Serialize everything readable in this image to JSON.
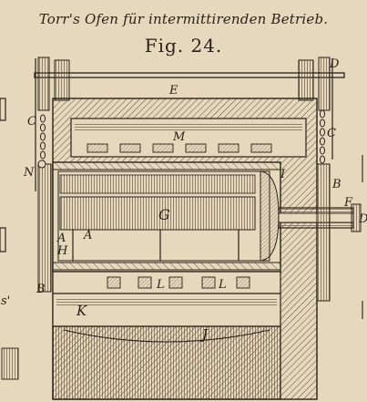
{
  "caption": {
    "title": "Torr's Ofen für intermittirenden Betrieb.",
    "figure": "Fig. 24."
  },
  "labels": {
    "E": "E",
    "D": "D",
    "C_left": "C",
    "C_right": "C",
    "M": "M",
    "N": "N",
    "I": "I",
    "B_right": "B",
    "F": "F",
    "G": "G",
    "A_upper": "A",
    "H": "H",
    "A_lower": "A",
    "B_left": "B",
    "K": "K",
    "L_left": "L",
    "L_right": "L",
    "J": "J",
    "margin_s": "s'",
    "margin_D": "D"
  },
  "colors": {
    "paper": "#e6d8bd",
    "ink": "#2a2118",
    "hatch": "#5a4a38"
  }
}
